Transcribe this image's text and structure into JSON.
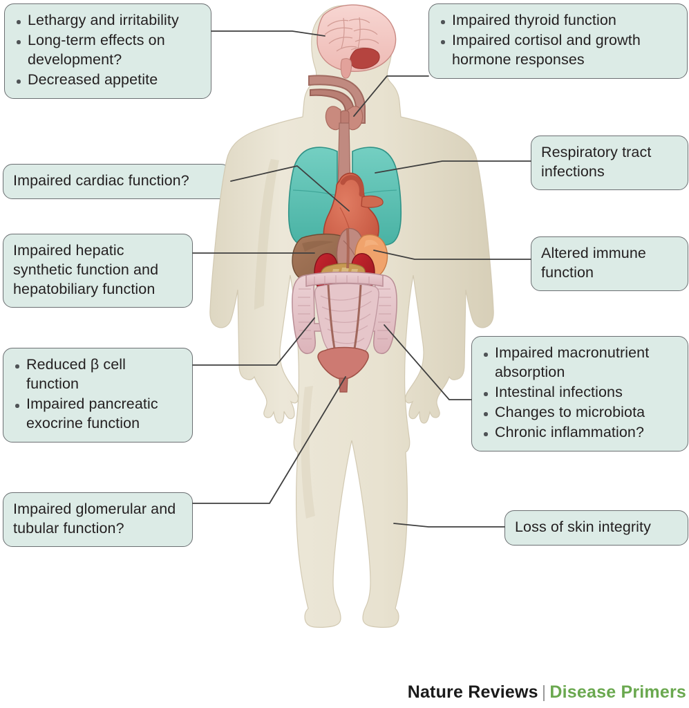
{
  "figure": {
    "title": "Systemic effects of severe acute malnutrition",
    "subject": "human-body-anatomy"
  },
  "colors": {
    "box_fill": "#dcebe6",
    "box_border": "#6b6f72",
    "leader_line": "#3f3f3f",
    "body_silhouette": "#e7e1cf",
    "body_outline": "#d8d0ba",
    "brain": "#f2c8c4",
    "lungs": "#5fc3b6",
    "heart": "#d4604a",
    "liver": "#9c7052",
    "spleen": "#f0a36c",
    "kidney": "#b4212a",
    "pancreas": "#c79a53",
    "intestine": "#e3bfc4",
    "bladder": "#cd7a72",
    "esophagus": "#b5786e",
    "thyroid": "#c98a7e",
    "footer_green": "#6aa84f",
    "footer_black": "#1a1a1a"
  },
  "boxes": {
    "neuro": {
      "name": "neurological-effects",
      "items": [
        "Lethargy and irritability",
        "Long-term effects on development?",
        "Decreased appetite"
      ]
    },
    "endocrine": {
      "name": "endocrine-effects",
      "items": [
        "Impaired thyroid function",
        "Impaired cortisol and growth hormone responses"
      ]
    },
    "cardiac": {
      "name": "cardiac-effects",
      "text": "Impaired cardiac function?"
    },
    "respiratory": {
      "name": "respiratory-effects",
      "text": "Respiratory tract infections"
    },
    "hepatic": {
      "name": "hepatic-effects",
      "text": "Impaired hepatic synthetic function and hepatobiliary function"
    },
    "immune": {
      "name": "immune-effects",
      "text": "Altered immune function"
    },
    "pancreas": {
      "name": "pancreatic-effects",
      "items": [
        "Reduced β cell function",
        "Impaired pancreatic exocrine function"
      ]
    },
    "gi": {
      "name": "gastrointestinal-effects",
      "items": [
        "Impaired macronutrient absorption",
        "Intestinal infections",
        "Changes to microbiota",
        "Chronic inflammation?"
      ]
    },
    "renal": {
      "name": "renal-effects",
      "text": "Impaired glomerular and tubular function?"
    },
    "skin": {
      "name": "skin-effects",
      "text": "Loss of skin integrity"
    }
  },
  "organs": [
    {
      "id": "brain",
      "label": "brain"
    },
    {
      "id": "esophagus",
      "label": "oesophagus"
    },
    {
      "id": "thyroid",
      "label": "thyroid gland"
    },
    {
      "id": "lungs",
      "label": "lungs"
    },
    {
      "id": "heart",
      "label": "heart"
    },
    {
      "id": "liver",
      "label": "liver"
    },
    {
      "id": "spleen",
      "label": "spleen"
    },
    {
      "id": "stomach",
      "label": "stomach"
    },
    {
      "id": "kidney-left",
      "label": "left kidney"
    },
    {
      "id": "kidney-right",
      "label": "right kidney"
    },
    {
      "id": "pancreas",
      "label": "pancreas"
    },
    {
      "id": "intestines",
      "label": "intestines"
    },
    {
      "id": "bladder",
      "label": "bladder"
    }
  ],
  "footer": {
    "brand": "Nature Reviews",
    "separator": "|",
    "series": "Disease Primers"
  }
}
